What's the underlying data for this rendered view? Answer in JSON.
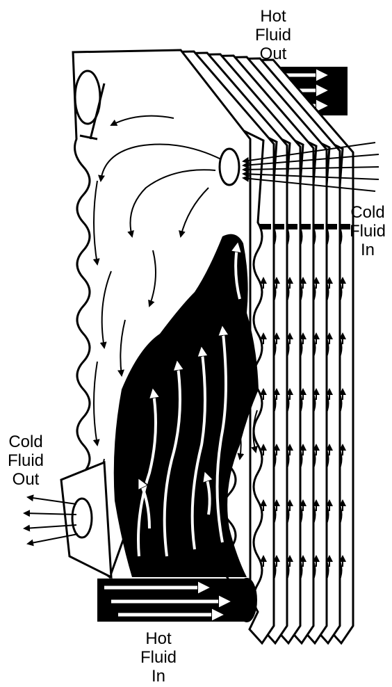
{
  "labels": {
    "hot_out": [
      "Hot",
      "Fluid",
      "Out"
    ],
    "cold_in": [
      "Cold",
      "Fluid",
      "In"
    ],
    "cold_out": [
      "Cold",
      "Fluid",
      "Out"
    ],
    "hot_in": [
      "Hot",
      "Fluid",
      "In"
    ]
  },
  "colors": {
    "ink": "#000000",
    "paper": "#ffffff"
  },
  "plate_count": 7
}
